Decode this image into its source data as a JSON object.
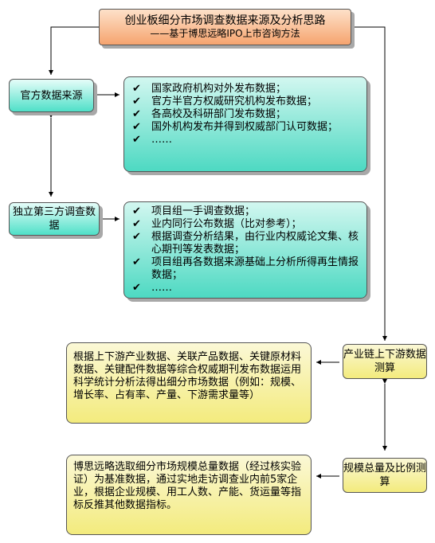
{
  "title": {
    "main": "创业板细分市场调查数据来源及分析思路",
    "sub": "——基于博思远略IPO上市咨询方法"
  },
  "official": {
    "label": "官方数据来源",
    "items": [
      "国家政府机构对外发布数据；",
      "官方半官方权威研究机构发布数据；",
      "各高校及科研部门发布数据；",
      "国外机构发布并得到权威部门认可数据；",
      "……"
    ]
  },
  "third_party": {
    "label": "独立第三方调查数据",
    "items": [
      "项目组一手调查数据；",
      "业内同行公布数据（比对参考）；",
      "根据调查分析结果，由行业内权威论文集、核心期刊等发表数据；",
      "项目组再各数据来源基础上分析所得再生情报数据；",
      "……"
    ]
  },
  "chain": {
    "label": "产业链上下游数据测算",
    "desc": "根据上下游产业数据、关联产品数据、关键原材料数据、关键配件数据等综合权威期刊发布数据运用科学统计分析法得出细分市场数据（例如：规模、增长率、占有率、产量、下游需求量等）"
  },
  "scale": {
    "label": "规模总量及比例测算",
    "desc": "博思远略选取细分市场规模总量数据（经过核实验证）为基准数据，通过实地走访调查业内前5家企业，根据企业规模、用工人数、产能、货运量等指标反推其他数据指标。"
  },
  "check_icon": "check-mark-icon",
  "colors": {
    "title_fill": "#f6a46f",
    "teal_fill": "#4fe0c8",
    "yellow_fill": "#f3eb7d"
  }
}
